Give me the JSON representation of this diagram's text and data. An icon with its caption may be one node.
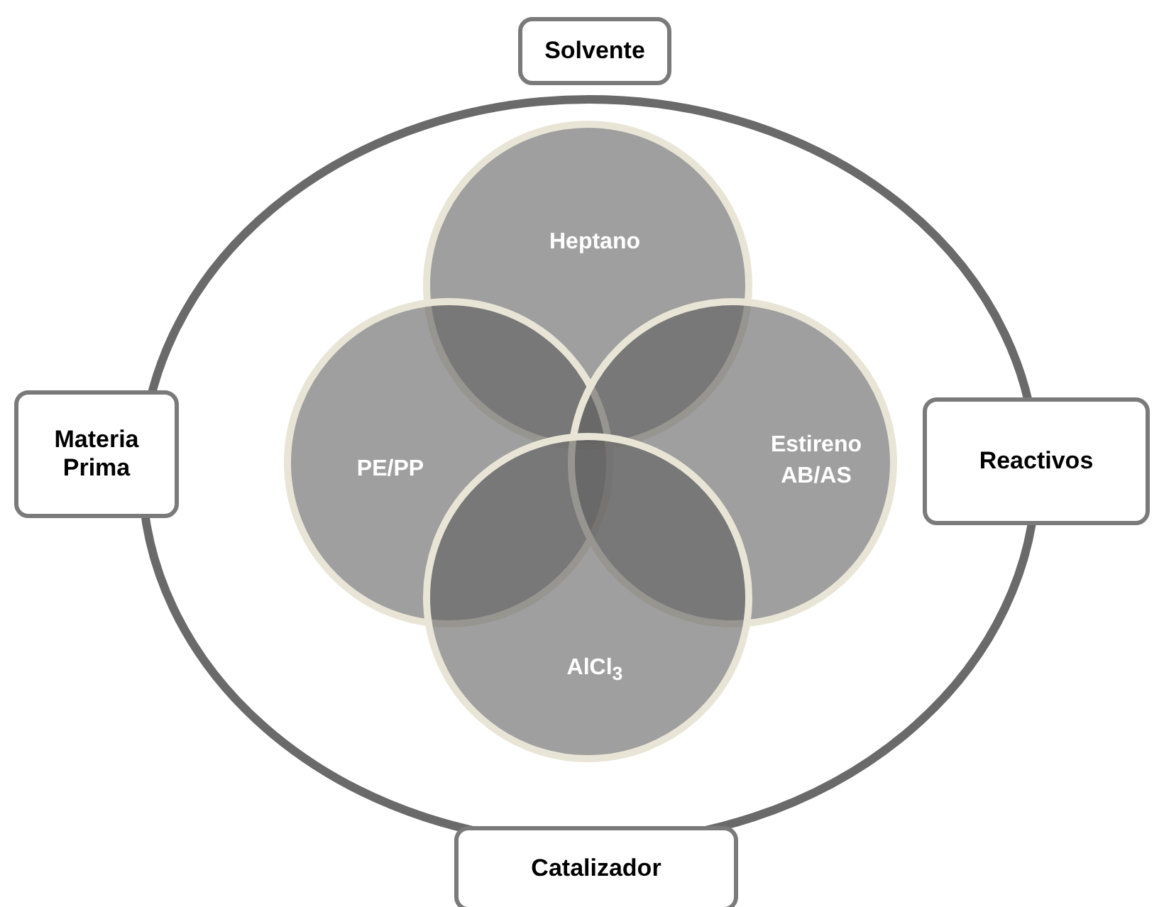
{
  "diagram": {
    "nodes": [
      {
        "text": [
          "Solvente"
        ]
      },
      {
        "text": [
          "Heptano"
        ]
      },
      {
        "text": [
          "PE/PP"
        ]
      },
      {
        "text": [
          "Materia Prima"
        ]
      },
      {
        "text": [
          "Estireno AB/AS"
        ]
      },
      {
        "text": [
          "Reactivos"
        ]
      },
      {
        "text": [
          "AlCl$_{3}$"
        ]
      },
      {
        "text": [
          "Catalizador"
        ]
      }
    ]
  }
}
